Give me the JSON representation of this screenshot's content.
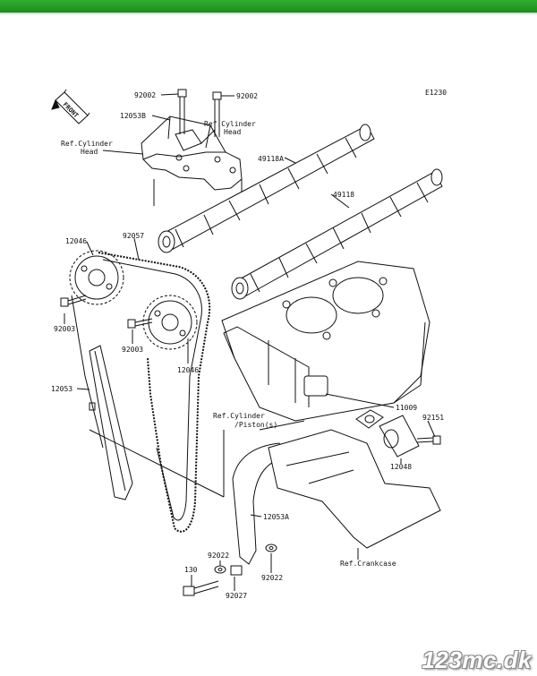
{
  "colors": {
    "brand_bar": "#2a9d2a",
    "line": "#111111"
  },
  "diagram": {
    "code": "E1230",
    "front_label": "FRONT",
    "parts": {
      "p92002a": "92002",
      "p92002b": "92002",
      "p12053B": "12053B",
      "ref_cyl_head_1": "Ref.Cylinder\nHead",
      "ref_cyl_head_2": "Ref.Cylinder\nHead",
      "p49118A": "49118A",
      "p49118": "49118",
      "p12046a": "12046",
      "p92057": "92057",
      "p92003a": "92003",
      "p92003b": "92003",
      "p12046b": "12046",
      "p12053": "12053",
      "p11009": "11009",
      "p92151": "92151",
      "ref_cyl_piston": "Ref.Cylinder\n/Piston(s)",
      "p12048": "12048",
      "p12053A": "12053A",
      "p92022a": "92022",
      "p92022b": "92022",
      "p130": "130",
      "p92027": "92027",
      "ref_crankcase": "Ref.Crankcase"
    }
  },
  "watermark": "123mc.dk"
}
